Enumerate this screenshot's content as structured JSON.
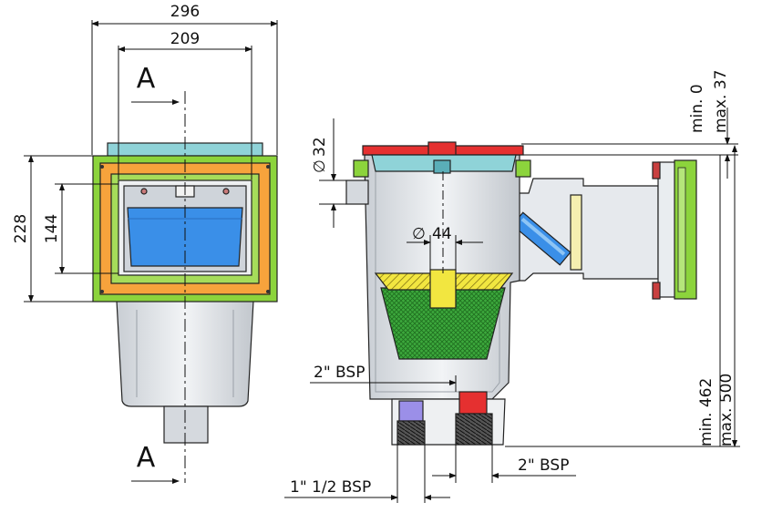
{
  "front_view": {
    "dim_width_total": "296",
    "dim_width_inner": "209",
    "dim_height_total": "228",
    "dim_height_inner": "144",
    "section_top": "A",
    "section_bottom": "A"
  },
  "section_view": {
    "dim_side_port": "32",
    "dim_center_tube": "44",
    "dim_outlet_left": "2\" BSP",
    "dim_outlet_right": "2\" BSP",
    "dim_outlet_bottom": "1\" 1/2 BSP",
    "dim_top_min": "min. 0",
    "dim_top_max": "max. 37",
    "dim_height_min": "min. 462",
    "dim_height_max": "max. 500"
  },
  "colors": {
    "frame_green": "#8cd43c",
    "frame_orange": "#f7a33c",
    "lid_cyan": "#8fd3d8",
    "lid_red": "#e53030",
    "flap_blue": "#3a8fe8",
    "basket_green": "#3ca83c",
    "tube_yellow": "#f2e640",
    "body_grey": "#d9dde2",
    "outlet_purple": "#9b8fe8"
  }
}
